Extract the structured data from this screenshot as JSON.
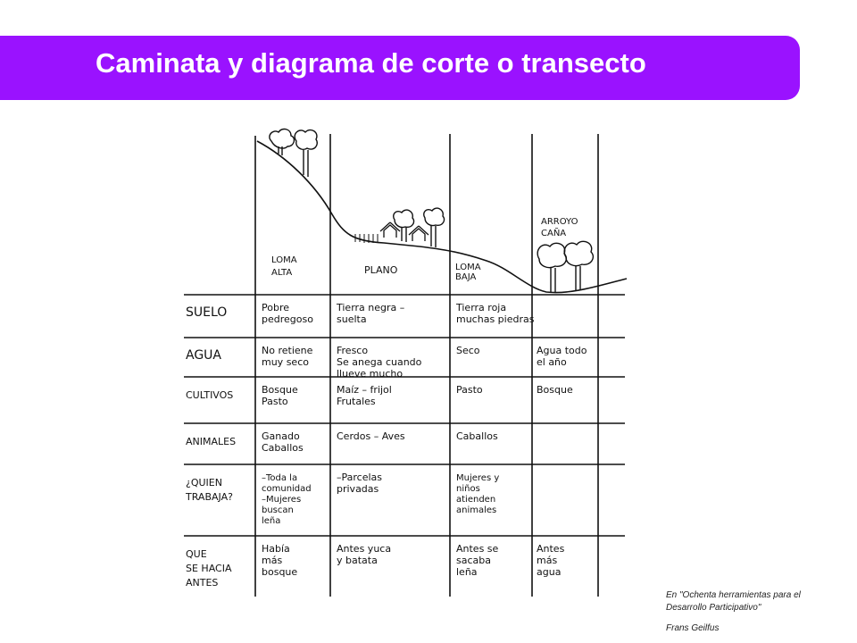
{
  "header": {
    "title": "Caminata y diagrama de corte o transecto"
  },
  "zones": [
    "LOMA ALTA",
    "PLANO",
    "LOMA BAJA",
    "ARROYO CAÑA"
  ],
  "rows": [
    {
      "label": [
        "SUELO"
      ],
      "cells": [
        [
          "Pobre",
          "pedregoso"
        ],
        [
          "Tierra negra –",
          "suelta"
        ],
        [
          "Tierra roja",
          "muchas piedras"
        ],
        []
      ]
    },
    {
      "label": [
        "AGUA"
      ],
      "cells": [
        [
          "No retiene",
          "muy seco"
        ],
        [
          "Fresco",
          "Se anega cuando",
          "llueve mucho"
        ],
        [
          "Seco"
        ],
        [
          "Agua todo",
          "el año"
        ]
      ]
    },
    {
      "label": [
        "CULTIVOS"
      ],
      "cells": [
        [
          "Bosque",
          "Pasto"
        ],
        [
          "Maíz – frijol",
          "Frutales"
        ],
        [
          "Pasto"
        ],
        [
          "Bosque"
        ]
      ]
    },
    {
      "label": [
        "ANIMALES"
      ],
      "cells": [
        [
          "Ganado",
          "Caballos"
        ],
        [
          "Cerdos – Aves"
        ],
        [
          "Caballos"
        ],
        []
      ]
    },
    {
      "label": [
        "¿QUIEN",
        "TRABAJA?"
      ],
      "cells": [
        [
          "–Toda la",
          "comunidad",
          "–Mujeres",
          "buscan",
          "leña"
        ],
        [
          "–Parcelas",
          "privadas"
        ],
        [
          "Mujeres y",
          "niños",
          "atienden",
          "animales"
        ],
        []
      ]
    },
    {
      "label": [
        "QUE",
        "SE HACIA",
        "ANTES"
      ],
      "cells": [
        [
          "Había",
          "más",
          "bosque"
        ],
        [
          "Antes yuca",
          "y batata"
        ],
        [
          "Antes se",
          "sacaba",
          "leña"
        ],
        [
          "Antes",
          "más",
          "agua"
        ]
      ]
    }
  ],
  "credit": {
    "line1": "En \"Ochenta herramientas para el",
    "line2": "Desarrollo Participativo\"",
    "author": "Frans Geilfus"
  }
}
